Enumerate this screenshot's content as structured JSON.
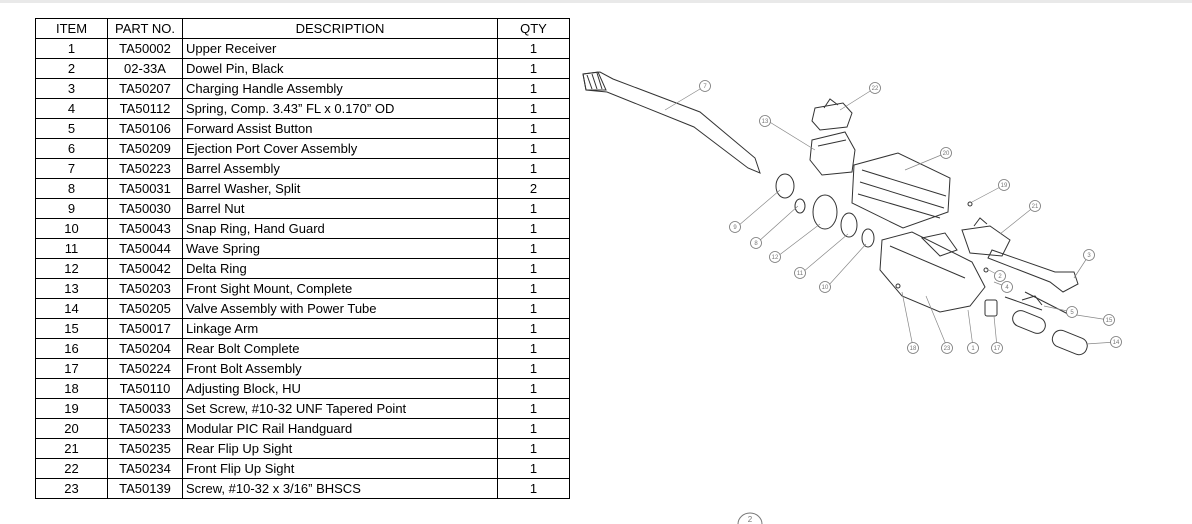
{
  "table": {
    "headers": {
      "item": "ITEM",
      "part": "PART NO.",
      "desc": "DESCRIPTION",
      "qty": "QTY"
    },
    "rows": [
      {
        "item": "1",
        "part": "TA50002",
        "desc": "Upper Receiver",
        "qty": "1"
      },
      {
        "item": "2",
        "part": "02-33A",
        "desc": "Dowel Pin, Black",
        "qty": "1"
      },
      {
        "item": "3",
        "part": "TA50207",
        "desc": "Charging Handle Assembly",
        "qty": "1"
      },
      {
        "item": "4",
        "part": "TA50112",
        "desc": "Spring, Comp. 3.43” FL x 0.170” OD",
        "qty": "1"
      },
      {
        "item": "5",
        "part": "TA50106",
        "desc": "Forward Assist Button",
        "qty": "1"
      },
      {
        "item": "6",
        "part": "TA50209",
        "desc": "Ejection Port Cover Assembly",
        "qty": "1"
      },
      {
        "item": "7",
        "part": "TA50223",
        "desc": "Barrel Assembly",
        "qty": "1"
      },
      {
        "item": "8",
        "part": "TA50031",
        "desc": "Barrel Washer, Split",
        "qty": "2"
      },
      {
        "item": "9",
        "part": "TA50030",
        "desc": "Barrel Nut",
        "qty": "1"
      },
      {
        "item": "10",
        "part": "TA50043",
        "desc": "Snap Ring, Hand Guard",
        "qty": "1"
      },
      {
        "item": "11",
        "part": "TA50044",
        "desc": "Wave Spring",
        "qty": "1"
      },
      {
        "item": "12",
        "part": "TA50042",
        "desc": "Delta Ring",
        "qty": "1"
      },
      {
        "item": "13",
        "part": "TA50203",
        "desc": "Front Sight Mount, Complete",
        "qty": "1"
      },
      {
        "item": "14",
        "part": "TA50205",
        "desc": "Valve Assembly with Power Tube",
        "qty": "1"
      },
      {
        "item": "15",
        "part": "TA50017",
        "desc": "Linkage Arm",
        "qty": "1"
      },
      {
        "item": "16",
        "part": "TA50204",
        "desc": "Rear Bolt Complete",
        "qty": "1"
      },
      {
        "item": "17",
        "part": "TA50224",
        "desc": "Front Bolt Assembly",
        "qty": "1"
      },
      {
        "item": "18",
        "part": "TA50110",
        "desc": "Adjusting Block, HU",
        "qty": "1"
      },
      {
        "item": "19",
        "part": "TA50033",
        "desc": "Set Screw, #10-32 UNF Tapered Point",
        "qty": "1"
      },
      {
        "item": "20",
        "part": "TA50233",
        "desc": "Modular PIC Rail Handguard",
        "qty": "1"
      },
      {
        "item": "21",
        "part": "TA50235",
        "desc": "Rear Flip Up Sight",
        "qty": "1"
      },
      {
        "item": "22",
        "part": "TA50234",
        "desc": "Front Flip Up Sight",
        "qty": "1"
      },
      {
        "item": "23",
        "part": "TA50139",
        "desc": "Screw, #10-32 x 3/16” BHSCS",
        "qty": "1"
      }
    ]
  },
  "diagram": {
    "callouts": [
      "7",
      "22",
      "13",
      "20",
      "19",
      "21",
      "9",
      "8",
      "12",
      "11",
      "10",
      "2",
      "4",
      "3",
      "5",
      "15",
      "14",
      "18",
      "23",
      "1",
      "17"
    ]
  },
  "page_number": "2"
}
